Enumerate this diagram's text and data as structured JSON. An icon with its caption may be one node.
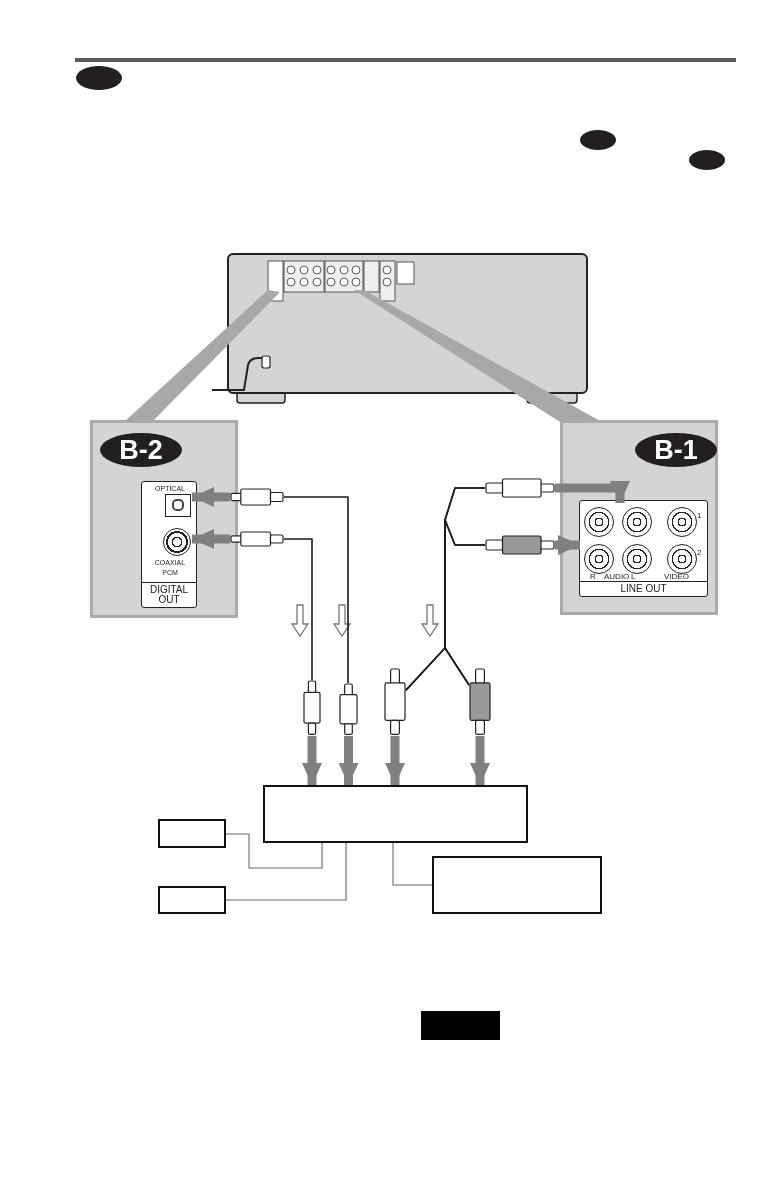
{
  "diagram": {
    "nodes": [
      {
        "text": [
          "B-2"
        ]
      },
      {
        "text": [
          "DIGITAL OUT"
        ],
        "in": 0
      },
      {
        "text": [
          "OPTICAL"
        ],
        "in": 1
      },
      {
        "text": [
          "COAXIAL",
          "PCM"
        ],
        "in": 1
      },
      {
        "text": [
          "B-1"
        ]
      },
      {
        "text": [
          "LINE OUT"
        ],
        "in": 4
      },
      {
        "text": [],
        "shape": "circle",
        "in": 5
      },
      {
        "text": [],
        "shape": "circle",
        "in": 5
      },
      {
        "text": [],
        "shape": "circle",
        "in": 5
      },
      {
        "text": [],
        "shape": "circle",
        "in": 5
      },
      {
        "text": [],
        "shape": "circle",
        "in": 5
      },
      {
        "text": [],
        "shape": "circle",
        "in": 5
      },
      {
        "text": [],
        "shape": "plug"
      },
      {
        "text": [],
        "shape": "plug"
      },
      {
        "text": [],
        "shape": "plug"
      },
      {
        "text": [],
        "shape": "plug"
      },
      {
        "text": [],
        "shape": "plug"
      },
      {
        "text": [],
        "shape": "plug"
      },
      {
        "text": [],
        "shape": "plug"
      },
      {
        "text": [],
        "shape": "plug"
      },
      {
        "text": [],
        "shape": "box"
      },
      {
        "text": [],
        "shape": "box"
      },
      {
        "text": [],
        "shape": "box"
      },
      {
        "text": [],
        "shape": "box"
      },
      {
        "text": [],
        "shape": "bar"
      }
    ],
    "edges": [
      {
        "from": 12,
        "to": 2,
        "arrow": "to",
        "style": "thick",
        "color": "#808080"
      },
      {
        "from": 13,
        "to": 3,
        "arrow": "to",
        "style": "thick",
        "color": "#808080"
      },
      {
        "from": 14,
        "to": 7,
        "arrow": "to",
        "style": "thick",
        "color": "#808080"
      },
      {
        "from": 15,
        "to": 6,
        "arrow": "to",
        "style": "thick",
        "color": "#808080"
      },
      {
        "from": 12,
        "to": 17,
        "arrow": "none",
        "color": "#1a1a1a"
      },
      {
        "from": 13,
        "to": 16,
        "arrow": "none",
        "color": "#1a1a1a"
      },
      {
        "from": 14,
        "to": 18,
        "arrow": "none",
        "color": "#1a1a1a"
      },
      {
        "from": 14,
        "to": 19,
        "arrow": "none",
        "color": "#1a1a1a"
      },
      {
        "from": 15,
        "to": 18,
        "arrow": "none",
        "color": "#1a1a1a"
      },
      {
        "from": 15,
        "to": 19,
        "arrow": "none",
        "color": "#1a1a1a"
      },
      {
        "from": 16,
        "to": 20,
        "arrow": "to",
        "style": "thick",
        "color": "#808080"
      },
      {
        "from": 17,
        "to": 20,
        "arrow": "to",
        "style": "thick",
        "color": "#808080"
      },
      {
        "from": 18,
        "to": 20,
        "arrow": "to",
        "style": "thick",
        "color": "#808080"
      },
      {
        "from": 19,
        "to": 20,
        "arrow": "to",
        "style": "thick",
        "color": "#808080"
      },
      {
        "from": 21,
        "to": 20,
        "arrow": "none",
        "color": "#999999"
      },
      {
        "from": 23,
        "to": 20,
        "arrow": "none",
        "color": "#999999"
      },
      {
        "from": 22,
        "to": 20,
        "arrow": "none",
        "color": "#999999"
      }
    ],
    "labels": [
      "1",
      "2",
      "R",
      "AUDIO",
      "L",
      "VIDEO"
    ]
  }
}
